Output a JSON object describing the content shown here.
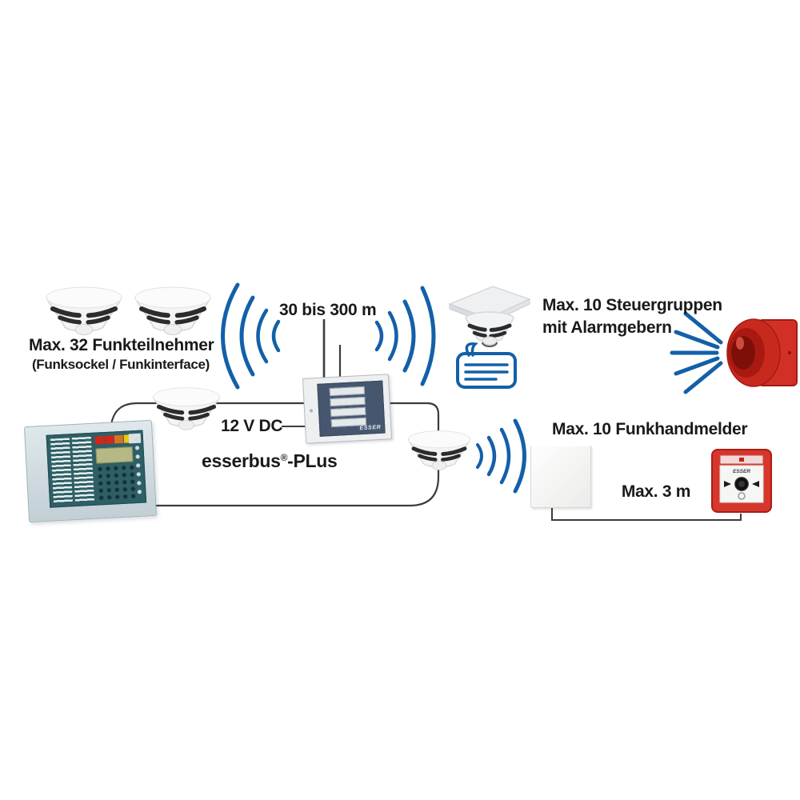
{
  "labels": {
    "funkteilnehmer_title": "Max. 32 Funkteilnehmer",
    "funkteilnehmer_subtitle": "(Funksockel / Funkinterface)",
    "range": "30 bis 300 m",
    "power": "12 V DC",
    "bus_name": "esserbus",
    "bus_reg": "®",
    "bus_suffix": "-PLus",
    "steuergruppen_line1": "Max. 10 Steuergruppen",
    "steuergruppen_line2": "mit Alarmgebern",
    "funkhandmelder": "Max. 10 Funkhandmelder",
    "distance": "Max. 3 m"
  },
  "brands": {
    "gateway": "ESSER",
    "call_point": "ESSER"
  },
  "colors": {
    "wave_blue": "#1360a8",
    "alarm_red": "#d23027",
    "panel_teal": "#2e5f66",
    "wire_dark": "#3c3c3c"
  },
  "icons": [
    "smoke-detector-icon",
    "radio-waves-icon",
    "antenna-icon",
    "gateway-device",
    "fire-alarm-panel",
    "ceiling-detector-icon",
    "message-bubble-icon",
    "siren-icon",
    "sound-rays-icon",
    "radio-interface-box",
    "manual-call-point-icon",
    "loop-wire"
  ]
}
